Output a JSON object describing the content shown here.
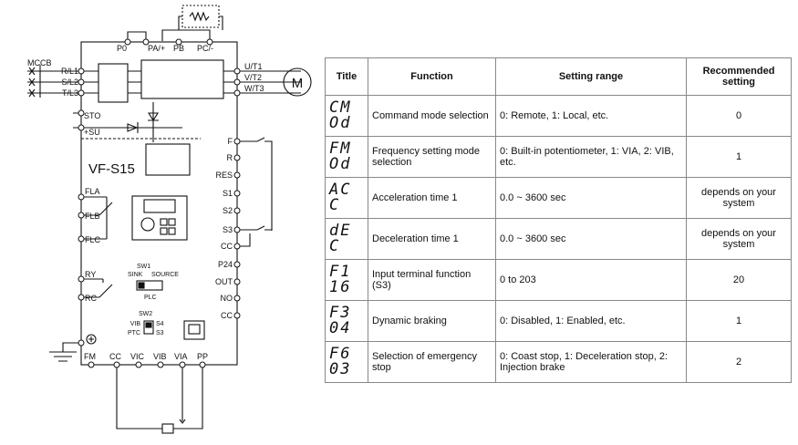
{
  "diagram": {
    "model": "VF-S15",
    "breaker_label": "MCCB",
    "motor_label": "M",
    "inputs": [
      "R/L1",
      "S/L2",
      "T/L3"
    ],
    "outputs": [
      "U/T1",
      "V/T2",
      "W/T3"
    ],
    "dc_terminals": [
      "P0",
      "PA/+",
      "PB",
      "PC/-"
    ],
    "sto_labels": [
      "STO",
      "+SU"
    ],
    "right_terminals": [
      "F",
      "R",
      "RES",
      "S1",
      "S2",
      "S3",
      "CC",
      "P24",
      "OUT",
      "NO",
      "CC"
    ],
    "relay_terminals": [
      "FLA",
      "FLB",
      "FLC"
    ],
    "ry_terminals": [
      "RY",
      "RC"
    ],
    "sw1": {
      "title": "SW1",
      "left": "SINK",
      "right": "SOURCE",
      "below": "PLC"
    },
    "sw2": {
      "title": "SW2",
      "labels": [
        "VIB",
        "PTC",
        "S4",
        "S3"
      ]
    },
    "bottom_terminals": [
      "FM",
      "CC",
      "VIC",
      "VIB",
      "VIA",
      "PP"
    ]
  },
  "table": {
    "headers": [
      "Title",
      "Function",
      "Setting range",
      "Recommended setting"
    ],
    "rows": [
      {
        "code": "CM\nOd",
        "function": "Command mode selection",
        "range": "0: Remote, 1: Local, etc.",
        "recommended": "0"
      },
      {
        "code": "FM\nOd",
        "function": "Frequency setting mode selection",
        "range": "0: Built-in potentiometer, 1: VIA, 2: VIB, etc.",
        "recommended": "1"
      },
      {
        "code": "AC\nC",
        "function": "Acceleration time 1",
        "range": "0.0 ~ 3600 sec",
        "recommended": "depends on your system"
      },
      {
        "code": "dE\nC",
        "function": "Deceleration time 1",
        "range": "0.0 ~ 3600 sec",
        "recommended": "depends on your system"
      },
      {
        "code": "F1\n16",
        "function": "Input terminal function (S3)",
        "range": "0 to 203",
        "recommended": "20"
      },
      {
        "code": "F3\n04",
        "function": "Dynamic braking",
        "range": "0: Disabled, 1: Enabled, etc.",
        "recommended": "1"
      },
      {
        "code": "F6\n03",
        "function": "Selection of emergency stop",
        "range": "0: Coast stop, 1: Deceleration stop, 2: Injection brake",
        "recommended": "2"
      }
    ]
  }
}
